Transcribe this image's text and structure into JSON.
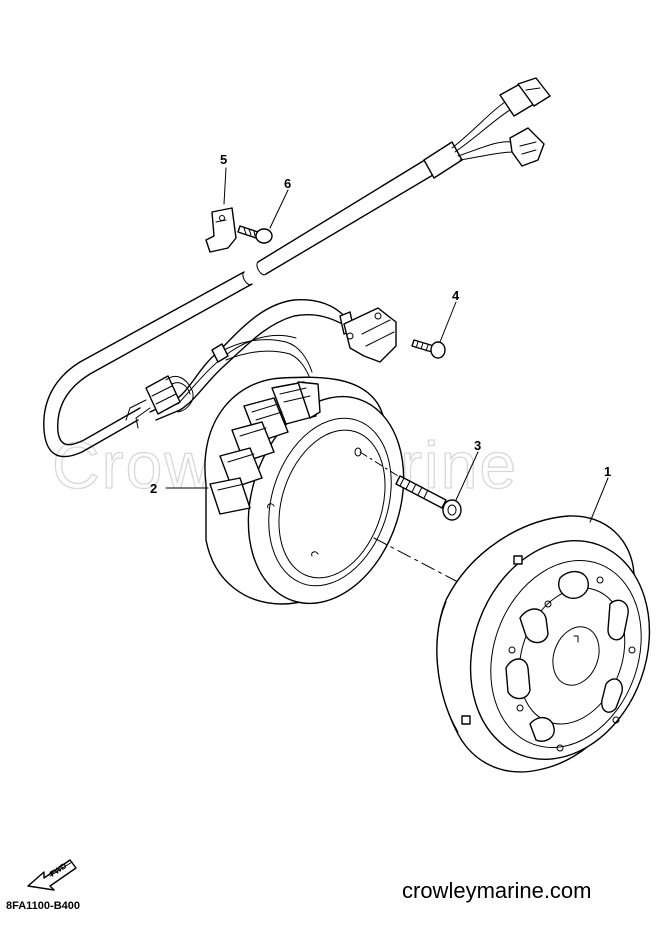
{
  "watermark": "CrowleyMarine",
  "part_code": "8FA1100-B400",
  "site_url": "crowleymarine.com",
  "fwd_label": "FWD",
  "callouts": [
    {
      "id": "1",
      "text": "1"
    },
    {
      "id": "2",
      "text": "2"
    },
    {
      "id": "3",
      "text": "3"
    },
    {
      "id": "4",
      "text": "4"
    },
    {
      "id": "5",
      "text": "5"
    },
    {
      "id": "6",
      "text": "6"
    }
  ]
}
